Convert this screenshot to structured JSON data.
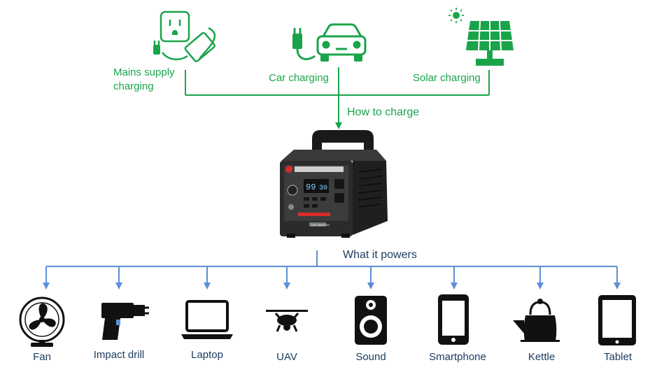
{
  "charging": {
    "mains": {
      "label_line1": "Mains supply",
      "label_line2": "charging",
      "icon": "mains-outlet-adapter-icon"
    },
    "car": {
      "label": "Car charging",
      "icon": "car-charger-icon"
    },
    "solar": {
      "label": "Solar charging",
      "icon": "solar-panel-icon"
    },
    "center_label": "How to charge"
  },
  "product": {
    "name": "portable-power-station",
    "badge_text": "TOP DRAGON",
    "display_left": "99",
    "display_right": "30"
  },
  "powers_label": "What it powers",
  "devices": [
    {
      "label": "Fan",
      "icon": "fan-icon"
    },
    {
      "label": "Impact drill",
      "icon": "impact-drill-icon"
    },
    {
      "label": "Laptop",
      "icon": "laptop-icon"
    },
    {
      "label": "UAV",
      "icon": "drone-icon"
    },
    {
      "label": "Sound",
      "icon": "speaker-icon"
    },
    {
      "label": "Smartphone",
      "icon": "smartphone-icon"
    },
    {
      "label": "Kettle",
      "icon": "kettle-icon"
    },
    {
      "label": "Tablet",
      "icon": "tablet-icon"
    }
  ],
  "colors": {
    "charge_lines": "#1aa44a",
    "power_lines": "#5b8fd6",
    "icons": "#111111"
  }
}
